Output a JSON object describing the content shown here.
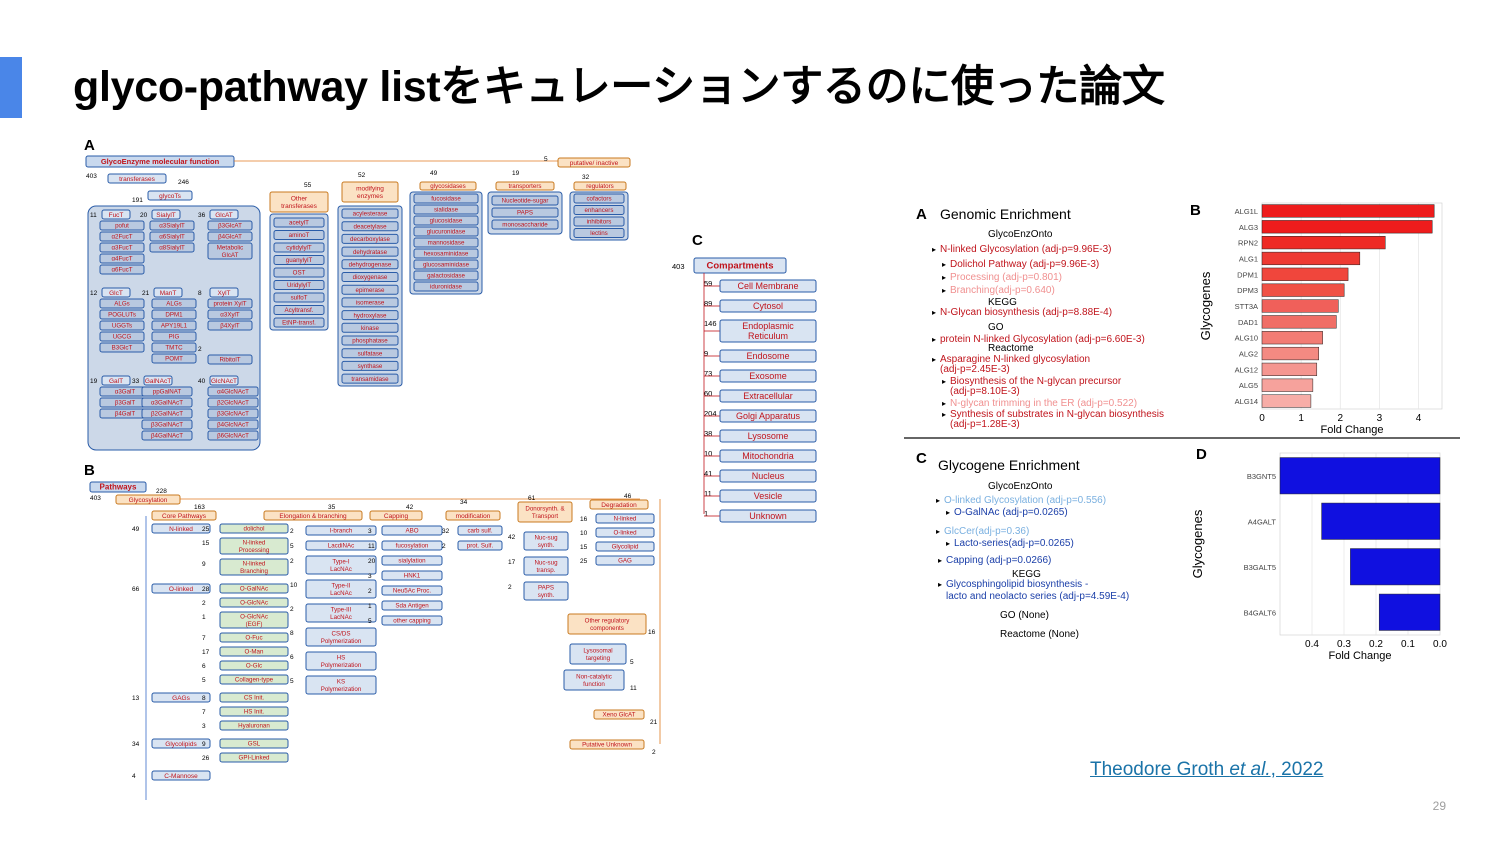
{
  "slide": {
    "title": "glyco-pathway listをキュレーションするのに使った論文",
    "page_number": "29",
    "citation": {
      "author": "Theodore Groth ",
      "etal": "et al.",
      "year": ", 2022"
    }
  },
  "panelA": {
    "letter": "A",
    "root": "GlycoEnzyme molecular function",
    "transferases": {
      "label": "transferases",
      "count": "403"
    },
    "glycoTs": {
      "label": "glycoTs",
      "count_left": "246",
      "count_right": "191"
    },
    "other_transferases": {
      "label": "Other transferases",
      "count": "55",
      "items": [
        "acetylT",
        "aminoT",
        "cytidylylT",
        "guanylylT",
        "OST",
        "UridylylT",
        "sulfoT",
        "Acyltransf.",
        "EtNP-transf."
      ]
    },
    "modifying": {
      "label": "modifying enzymes",
      "count": "52",
      "items": [
        "acylesterase",
        "deacetylase",
        "decarboxylase",
        "dehydratase",
        "dehydrogenase",
        "dioxygenase",
        "epimerase",
        "isomerase",
        "hydroxylase",
        "kinase",
        "phosphatase",
        "sulfatase",
        "synthase",
        "transamidase"
      ]
    },
    "glycosidases": {
      "label": "glycosidases",
      "count": "49",
      "items": [
        "fucosidase",
        "sialidase",
        "glucosidase",
        "glucuronidase",
        "mannosidase",
        "hexosaminidase",
        "glucosaminidase",
        "galactosidase",
        "iduronidase"
      ]
    },
    "transporters": {
      "label": "transporters",
      "count": "19",
      "items": [
        "Nucleotide-sugar",
        "PAPS",
        "monosaccharide"
      ]
    },
    "putative": {
      "label": "putative/ inactive",
      "count": "5"
    },
    "regulators": {
      "label": "regulators",
      "count": "32",
      "items": [
        "cofactors",
        "enhancers",
        "inhibitors",
        "lectins"
      ]
    },
    "groups": [
      {
        "count": "11",
        "label": "FucT",
        "items": [
          "pofut",
          "α2FucT",
          "α3FucT",
          "α4FucT",
          "α6FucT"
        ]
      },
      {
        "count": "20",
        "label": "SialylT",
        "items": [
          "α3SialylT",
          "α6SialylT",
          "α8SialylT"
        ]
      },
      {
        "count": "36",
        "label": "GlcAT",
        "items": [
          "β3GlcAT",
          "β4GlcAT",
          "Metabolic GlcAT"
        ]
      },
      {
        "count": "12",
        "label": "GlcT",
        "items": [
          "ALGs",
          "POGLUTs",
          "UGGTs",
          "UGCG",
          "B3GlcT"
        ]
      },
      {
        "count": "21",
        "label": "ManT",
        "items": [
          "ALGs",
          "DPM1",
          "APY19L1",
          "PIG",
          "TMTC",
          "POMT"
        ]
      },
      {
        "count": "8",
        "label": "XylT",
        "items": [
          "protein XylT",
          "α3XylT",
          "β4XylT"
        ]
      },
      {
        "count": "2",
        "label": "",
        "items": [
          "RibitolT"
        ]
      },
      {
        "count": "19",
        "label": "GalT",
        "items": [
          "α3GalT",
          "β3GalT",
          "β4GalT"
        ]
      },
      {
        "count": "33",
        "label": "GalNAcT",
        "items": [
          "ppGalNAT",
          "α3GalNAcT",
          "β2GalNAcT",
          "β3GalNAcT",
          "β4GalNAcT"
        ]
      },
      {
        "count": "40",
        "label": "GlcNAcT",
        "items": [
          "α4GlcNAcT",
          "β2GlcNAcT",
          "β3GlcNAcT",
          "β4GlcNAcT",
          "β6GlcNAcT"
        ]
      }
    ]
  },
  "panelB": {
    "letter": "B",
    "root": {
      "label": "Pathways",
      "count": "228"
    },
    "glycosylation": {
      "label": "Glycosylation",
      "count": "403"
    },
    "core": {
      "label": "Core Pathways",
      "count": "163"
    },
    "core_children": [
      {
        "count": "49",
        "label": "N-linked",
        "sub": [
          {
            "count": "25",
            "label": "dolichol"
          },
          {
            "count": "15",
            "label": "N-linked Processing"
          },
          {
            "count": "9",
            "label": "N-linked Branching"
          }
        ]
      },
      {
        "count": "66",
        "label": "O-linked",
        "sub": [
          {
            "count": "28",
            "label": "O-GalNAc"
          },
          {
            "count": "2",
            "label": "O-GlcNAc"
          },
          {
            "count": "1",
            "label": "O-GlcNAc (EGF)"
          },
          {
            "count": "7",
            "label": "O-Fuc"
          },
          {
            "count": "17",
            "label": "O-Man"
          },
          {
            "count": "6",
            "label": "O-Glc"
          },
          {
            "count": "5",
            "label": "Collagen-type"
          }
        ]
      },
      {
        "count": "13",
        "label": "GAGs",
        "sub": [
          {
            "count": "8",
            "label": "CS Init."
          },
          {
            "count": "7",
            "label": "HS Init."
          },
          {
            "count": "3",
            "label": "Hyaluronan"
          }
        ]
      },
      {
        "count": "34",
        "label": "Glycolipids",
        "sub": [
          {
            "count": "9",
            "label": "GSL"
          },
          {
            "count": "26",
            "label": "GPI-Linked"
          }
        ]
      },
      {
        "count": "4",
        "label": "C-Mannose",
        "sub": []
      }
    ],
    "elongation": {
      "label": "Elongation & branching",
      "count": "35",
      "items": [
        {
          "count": "2",
          "label": "I-branch"
        },
        {
          "count": "5",
          "label": "LacdiNAc"
        },
        {
          "count": "2",
          "label": "Type-I LacNAc"
        },
        {
          "count": "10",
          "label": "Type-II LacNAc"
        },
        {
          "count": "2",
          "label": "Type-III LacNAc"
        },
        {
          "count": "8",
          "label": "CS/DS Polymerization"
        },
        {
          "count": "6",
          "label": "HS Polymerization"
        },
        {
          "count": "5",
          "label": "KS Polymerization"
        }
      ]
    },
    "capping": {
      "label": "Capping",
      "count": "42",
      "items": [
        {
          "count": "3",
          "label": "ABO"
        },
        {
          "count": "11",
          "label": "fucosylation"
        },
        {
          "count": "20",
          "label": "sialylation"
        },
        {
          "count": "3",
          "label": "HNK1"
        },
        {
          "count": "2",
          "label": "Neu5Ac Proc."
        },
        {
          "count": "1",
          "label": "Sda Antigen"
        },
        {
          "count": "5",
          "label": "other capping"
        }
      ]
    },
    "modification": {
      "label": "modification",
      "count": "34",
      "items": [
        {
          "count": "32",
          "label": "carb sulf."
        },
        {
          "count": "2",
          "label": "prot. Sulf."
        }
      ]
    },
    "donor": {
      "label": "Donorsynth. & Transport",
      "count": "61",
      "items": [
        {
          "count": "42",
          "label": "Nuc-sug synth."
        },
        {
          "count": "17",
          "label": "Nuc-sug transp."
        },
        {
          "count": "2",
          "label": "PAPS synth."
        }
      ]
    },
    "degradation": {
      "label": "Degradation",
      "count": "46",
      "items": [
        {
          "count": "16",
          "label": "N-linked"
        },
        {
          "count": "10",
          "label": "O-linked"
        },
        {
          "count": "15",
          "label": "Glycolipid"
        },
        {
          "count": "25",
          "label": "GAG"
        }
      ]
    },
    "other_reg": {
      "label": "Other regulatory components",
      "count": "16"
    },
    "lysosomal": {
      "label": "Lysosomal targeting",
      "count": "5"
    },
    "noncat": {
      "label": "Non-catalytic function",
      "count": "11"
    },
    "xeno": {
      "label": "Xeno GlcAT",
      "count": "21"
    },
    "putative": {
      "label": "Putative Unknown",
      "count": "2"
    }
  },
  "panelC": {
    "letter": "C",
    "root": {
      "label": "Compartments",
      "count": "403"
    },
    "items": [
      {
        "count": "59",
        "label": "Cell Membrane"
      },
      {
        "count": "89",
        "label": "Cytosol"
      },
      {
        "count": "146",
        "label": "Endoplasmic Reticulum"
      },
      {
        "count": "9",
        "label": "Endosome"
      },
      {
        "count": "73",
        "label": "Exosome"
      },
      {
        "count": "60",
        "label": "Extracellular"
      },
      {
        "count": "204",
        "label": "Golgi Apparatus"
      },
      {
        "count": "38",
        "label": "Lysosome"
      },
      {
        "count": "10",
        "label": "Mitochondria"
      },
      {
        "count": "41",
        "label": "Nucleus"
      },
      {
        "count": "11",
        "label": "Vesicle"
      },
      {
        "count": "1",
        "label": "Unknown"
      }
    ]
  },
  "enrichA": {
    "letter": "A",
    "title": "Genomic Enrichment",
    "lines": [
      {
        "text": "GlycoEnzOnto",
        "style": "header"
      },
      {
        "text": "N-linked Glycosylation (adj-p=9.96E-3)",
        "style": "red"
      },
      {
        "text": "Dolichol Pathway (adj-p=9.96E-3)",
        "style": "red"
      },
      {
        "text": "Processing (adj-p=0.801)",
        "style": "faint"
      },
      {
        "text": "Branching(adj-p=0.640)",
        "style": "faint"
      },
      {
        "text": "KEGG",
        "style": "header"
      },
      {
        "text": "N-Glycan biosynthesis (adj-p=8.88E-4)",
        "style": "red"
      },
      {
        "text": "GO",
        "style": "header"
      },
      {
        "text": "protein N-linked Glycosylation (adj-p=6.60E-3)",
        "style": "red"
      },
      {
        "text": "Reactome",
        "style": "header"
      },
      {
        "text": "Asparagine N-linked glycosylation",
        "style": "red"
      },
      {
        "text": "(adj-p=2.45E-3)",
        "style": "red"
      },
      {
        "text": "Biosynthesis of the N-glycan precursor",
        "style": "red"
      },
      {
        "text": "(adj-p=8.10E-3)",
        "style": "red"
      },
      {
        "text": "N-glycan trimming in the ER (adj-p=0.522)",
        "style": "faint"
      },
      {
        "text": "Synthesis of substrates in N-glycan biosynthesis",
        "style": "red"
      },
      {
        "text": "(adj-p=1.28E-3)",
        "style": "red"
      }
    ]
  },
  "enrichC": {
    "letter": "C",
    "title": "Glycogene Enrichment",
    "lines": [
      {
        "text": "GlycoEnzOnto",
        "style": "header"
      },
      {
        "text": "O-linked Glycosylation (adj-p=0.556)",
        "style": "lightblue"
      },
      {
        "text": "O-GalNAc (adj-p=0.0265)",
        "style": "blue"
      },
      {
        "text": "GlcCer(adj-p=0.36)",
        "style": "lightblue"
      },
      {
        "text": "Lacto-series(adj-p=0.0265)",
        "style": "blue"
      },
      {
        "text": "Capping (adj-p=0.0266)",
        "style": "blue"
      },
      {
        "text": "KEGG",
        "style": "header"
      },
      {
        "text": "Glycosphingolipid biosynthesis -",
        "style": "blue"
      },
      {
        "text": "lacto and neolacto series (adj-p=4.59E-4)",
        "style": "blue"
      },
      {
        "text": "GO (None)",
        "style": "header"
      },
      {
        "text": "Reactome (None)",
        "style": "header"
      }
    ]
  },
  "chart_data": [
    {
      "type": "bar",
      "panel": "B",
      "orientation": "horizontal",
      "categories": [
        "ALG1L",
        "ALG3",
        "RPN2",
        "ALG1",
        "DPM1",
        "DPM3",
        "STT3A",
        "DAD1",
        "ALG10",
        "ALG2",
        "ALG12",
        "ALG5",
        "ALG14"
      ],
      "values": [
        4.4,
        4.35,
        3.15,
        2.5,
        2.2,
        2.1,
        1.95,
        1.9,
        1.55,
        1.45,
        1.4,
        1.3,
        1.25
      ],
      "colors": [
        "#ee1c1c",
        "#ee1c1c",
        "#ee2a24",
        "#ee3a32",
        "#f0463c",
        "#f05246",
        "#f0605a",
        "#f06e66",
        "#f27c74",
        "#f48a82",
        "#f59690",
        "#f6a29c",
        "#f7ada7"
      ],
      "xlabel": "Fold Change",
      "ylabel": "Glycogenes",
      "xlim": [
        0,
        4.6
      ],
      "xticks": [
        "0",
        "1",
        "2",
        "3",
        "4"
      ],
      "grid": true
    },
    {
      "type": "bar",
      "panel": "D",
      "orientation": "horizontal",
      "categories": [
        "B3GNT5",
        "A4GALT",
        "B3GALT5",
        "B4GALT6"
      ],
      "values": [
        0.5,
        0.37,
        0.28,
        0.19
      ],
      "color": "#1010e0",
      "xlabel": "Fold Change",
      "ylabel": "Glycogenes",
      "xlim": [
        0,
        0.5
      ],
      "x_reversed": true,
      "xticks": [
        "0.4",
        "0.3",
        "0.2",
        "0.1",
        "0.0"
      ],
      "grid": true
    }
  ]
}
